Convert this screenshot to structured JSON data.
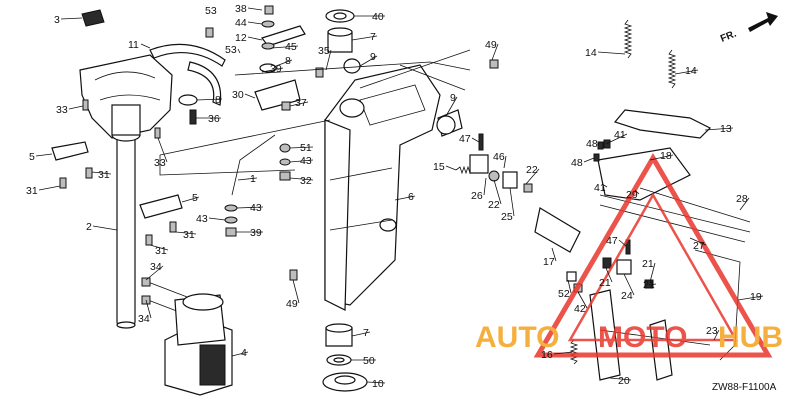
{
  "diagram": {
    "code": "ZW88-F1100A",
    "direction_label": "FR.",
    "watermark": {
      "auto": "AUTO",
      "moto": "MOTO",
      "hub": "HUB",
      "accent_orange": "#f4a21d",
      "accent_red": "#e8362c"
    },
    "callouts": [
      "1",
      "2",
      "3",
      "4",
      "5",
      "6",
      "7",
      "8",
      "9",
      "10",
      "11",
      "12",
      "13",
      "14",
      "15",
      "16",
      "17",
      "18",
      "19",
      "20",
      "21",
      "22",
      "23",
      "24",
      "25",
      "26",
      "27",
      "28",
      "29",
      "30",
      "31",
      "32",
      "33",
      "34",
      "35",
      "36",
      "37",
      "38",
      "39",
      "40",
      "41",
      "42",
      "43",
      "44",
      "45",
      "46",
      "47",
      "48",
      "49",
      "50",
      "51",
      "52",
      "53"
    ]
  }
}
